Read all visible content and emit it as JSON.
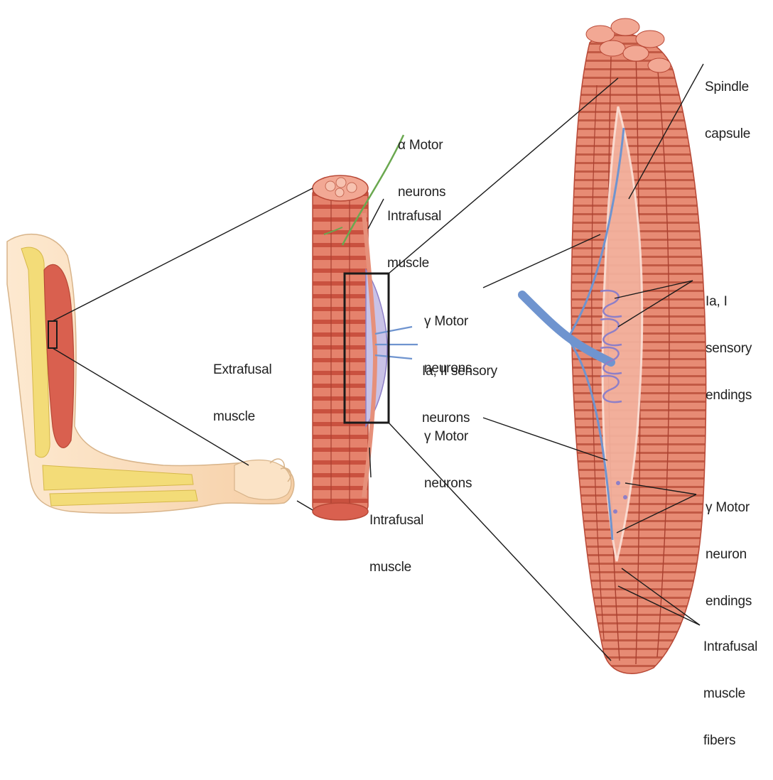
{
  "labels": {
    "alpha_motor": [
      "α Motor",
      "neurons"
    ],
    "intrafusal_top": [
      "Intrafusal",
      "muscle"
    ],
    "extrafusal": [
      "Extrafusal",
      "muscle"
    ],
    "gamma_motor_upper": [
      "γ Motor",
      "neurons"
    ],
    "ia_ii_sensory": [
      "Ia, II sensory",
      "neurons"
    ],
    "gamma_motor_lower": [
      "γ Motor",
      "neurons"
    ],
    "intrafusal_bottom": [
      "Intrafusal",
      "muscle"
    ],
    "spindle_capsule": [
      "Spindle",
      "capsule"
    ],
    "ia_i_sensory_endings": [
      "Ia, I",
      "sensory",
      "endings"
    ],
    "gamma_motor_neuron_endings": [
      "γ Motor",
      "neuron",
      "endings"
    ],
    "intrafusal_muscle_fibers": [
      "Intrafusal",
      "muscle",
      "fibers"
    ]
  },
  "colors": {
    "muscle": "#d9604f",
    "muscle_dark": "#b84836",
    "muscle_light": "#f2a894",
    "skin": "#fbe3c6",
    "bone": "#f3dc78",
    "nerve_blue": "#6f94cf",
    "nerve_purple": "#8e7fc7",
    "nerve_green": "#6aa84f",
    "capsule": "#c9c2e6",
    "line": "#1a1a1a"
  }
}
